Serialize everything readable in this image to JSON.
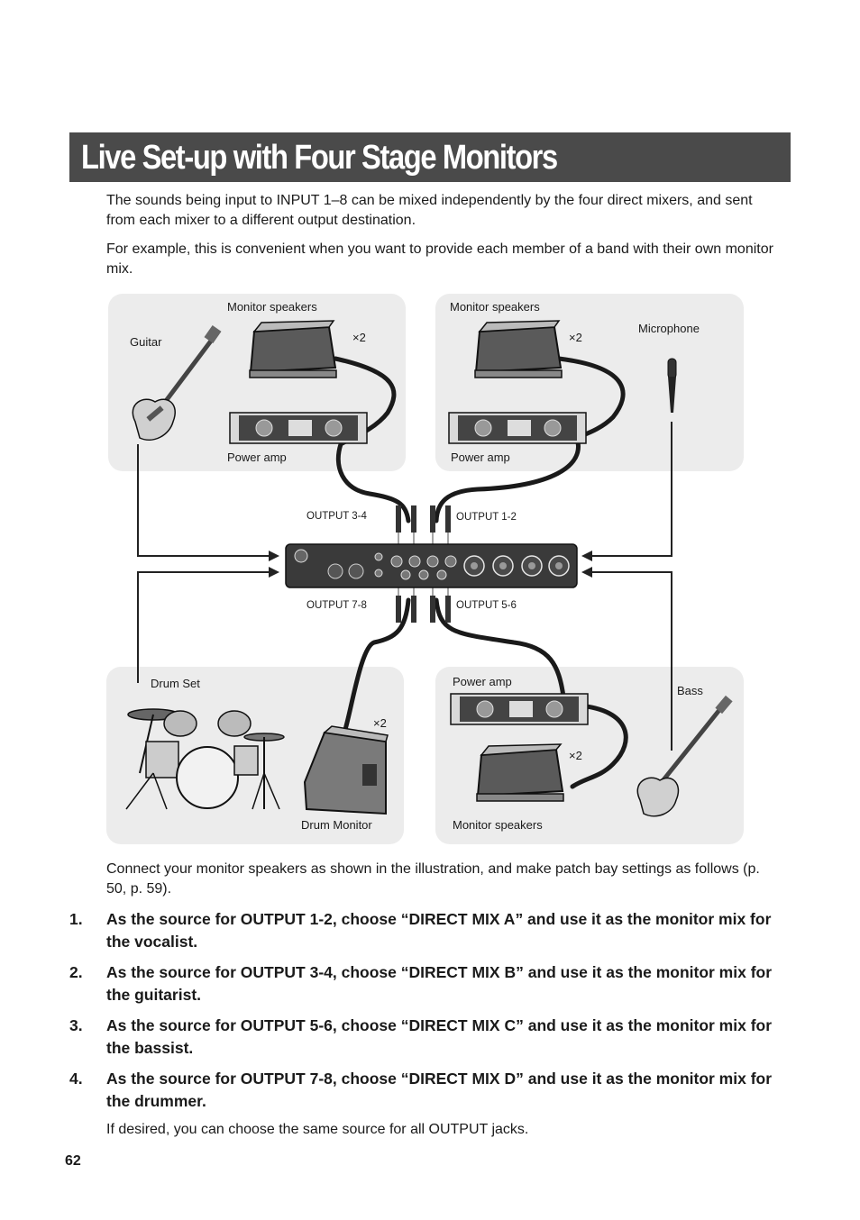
{
  "title": "Live Set-up with Four Stage Monitors",
  "intro": [
    "The sounds being input to INPUT 1–8 can be mixed independently by the four direct mixers, and sent from each mixer to a different output destination.",
    "For example, this is convenient when you want to provide each member of a band with their own monitor mix."
  ],
  "diagram": {
    "guitar": "Guitar",
    "monitor_speakers_tl": "Monitor speakers",
    "x2_tl": "×2",
    "power_amp_tl": "Power amp",
    "monitor_speakers_tr": "Monitor speakers",
    "x2_tr": "×2",
    "microphone": "Microphone",
    "power_amp_tr": "Power amp",
    "output_34": "OUTPUT 3-4",
    "output_12": "OUTPUT 1-2",
    "output_78": "OUTPUT 7-8",
    "output_56": "OUTPUT 5-6",
    "drum_set": "Drum Set",
    "x2_bl": "×2",
    "drum_monitor": "Drum Monitor",
    "power_amp_br": "Power amp",
    "bass": "Bass",
    "x2_br": "×2",
    "monitor_speakers_br": "Monitor speakers"
  },
  "after_text": "Connect your monitor speakers as shown in the illustration, and make patch bay settings as follows (p. 50, p. 59).",
  "steps": [
    {
      "num": "1.",
      "text": "As the source for OUTPUT 1-2, choose “DIRECT MIX A” and use it as the monitor mix for the vocalist."
    },
    {
      "num": "2.",
      "text": "As the source for OUTPUT 3-4, choose “DIRECT MIX B” and use it as the monitor mix for the guitarist."
    },
    {
      "num": "3.",
      "text": "As the source for OUTPUT 5-6, choose “DIRECT MIX C” and use it as the monitor mix for the bassist."
    },
    {
      "num": "4.",
      "text": "As the source for OUTPUT 7-8, choose “DIRECT MIX D” and use it as the monitor mix for the drummer."
    }
  ],
  "note": "If desired, you can choose the same source for all OUTPUT jacks.",
  "page_number": "62"
}
